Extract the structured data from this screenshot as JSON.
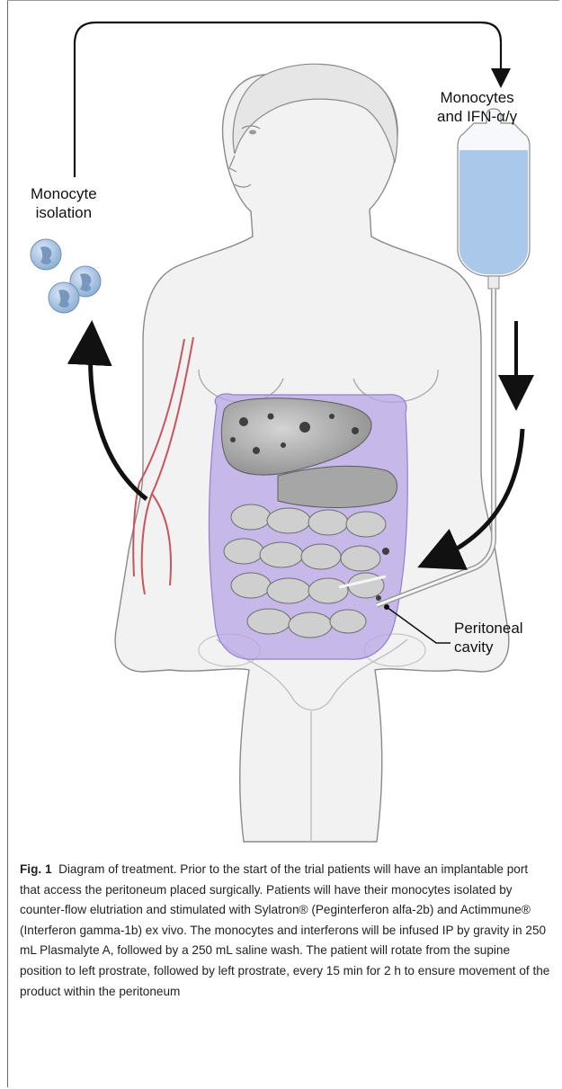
{
  "labels": {
    "monocyte_isolation": [
      "Monocyte",
      "isolation"
    ],
    "monocytes_ifn": [
      "Monocytes",
      "and IFN-α/γ"
    ],
    "peritoneal_cavity": [
      "Peritoneal",
      "cavity"
    ]
  },
  "caption": {
    "fig_label": "Fig. 1",
    "text": "Diagram of treatment. Prior to the start of the trial patients will have an implantable port that access the peritoneum placed surgically. Patients will have their monocytes isolated by counter-flow elutriation and stimulated with Sylatron® (Peginterferon alfa-2b) and Actimmune® (Interferon gamma-1b) ex vivo. The monocytes and interferons will be infused IP by gravity in 250 mL Plasmalyte A, followed by a 250 mL saline wash. The patient will rotate from the supine position to left prostrate, followed by left prostrate, every 15 min for 2 h to ensure movement of the product within the peritoneum"
  },
  "colors": {
    "body_outline": "#8a8a8a",
    "body_fill": "#f2f2f2",
    "cavity_fill": "#b7a6e6",
    "iv_fluid": "#a9c8ea",
    "cell_fill": "#9dbde0",
    "vein": "#c9545e",
    "arrow": "#111111"
  },
  "icons": [
    "monocyte-cell-icon",
    "iv-bag-icon",
    "flow-arrow-icon"
  ]
}
